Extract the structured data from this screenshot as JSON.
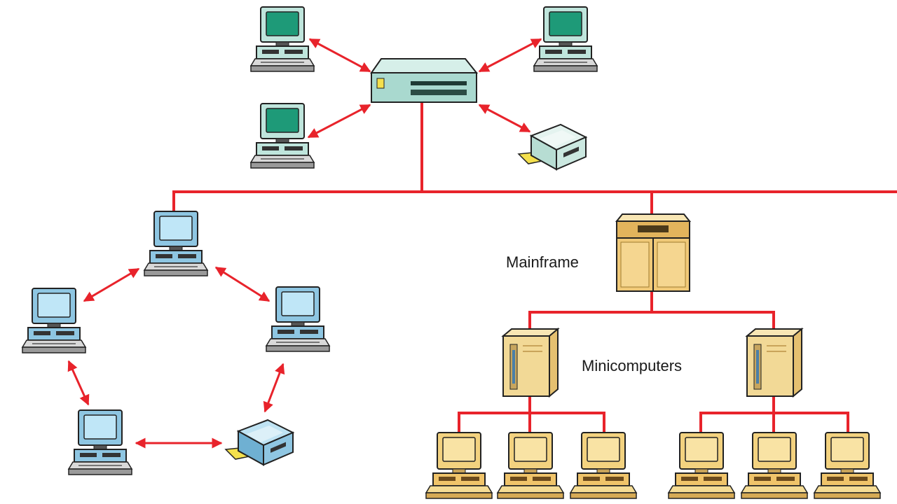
{
  "labels": {
    "mainframe": "Mainframe",
    "minicomputers": "Minicomputers"
  },
  "colors": {
    "network_line": "#e8232b",
    "background": "#ffffff",
    "green_screen": "#1e9a78",
    "blue_screen": "#8ed2f0",
    "blue_body": "#78b8d8",
    "beige_body": "#f3d27f",
    "hub_body": "#a9d9cf",
    "mainframe_body": "#f0c978",
    "server_body": "#f2d996"
  },
  "nodes": {
    "hub_pcs": [
      "workstation",
      "workstation",
      "workstation",
      "printer"
    ],
    "ring_pcs": [
      "workstation",
      "workstation",
      "workstation",
      "workstation",
      "printer"
    ],
    "mini_terminals_left": [
      "terminal",
      "terminal",
      "terminal"
    ],
    "mini_terminals_right": [
      "terminal",
      "terminal",
      "terminal"
    ]
  }
}
